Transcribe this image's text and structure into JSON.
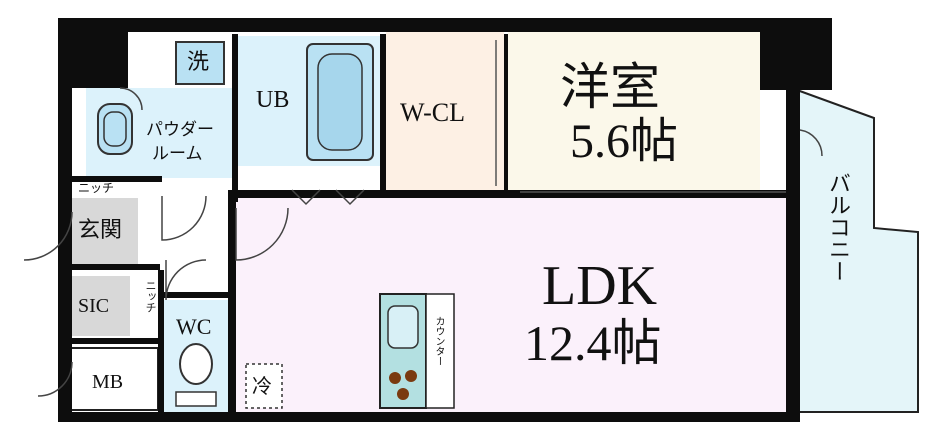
{
  "rooms": {
    "western": {
      "name": "洋室",
      "size": "5.6帖"
    },
    "ldk": {
      "name": "LDK",
      "size": "12.4帖"
    },
    "wcl": "W-CL",
    "ub": "UB",
    "washer": "洗",
    "powder_room": [
      "パウダー",
      "ルーム"
    ],
    "niche_top": "ニッチ",
    "entrance": "玄関",
    "sic": "SIC",
    "niche_side": "ニッチ",
    "wc": "WC",
    "mb": "MB",
    "fridge": "冷",
    "counter": "カウンター",
    "balcony": "バルコニー"
  },
  "colors": {
    "wall": "#0d0d0d",
    "ldk_floor": "#fbf1fb",
    "western_floor": "#fbf8ea",
    "wcl_floor": "#fdf0e4",
    "wet_area": "#dcf2fb",
    "bath": "#b9e1f3",
    "balcony": "#e4f5f9",
    "storage": "#d8d8d8",
    "kitchen": "#b3e0e1"
  }
}
